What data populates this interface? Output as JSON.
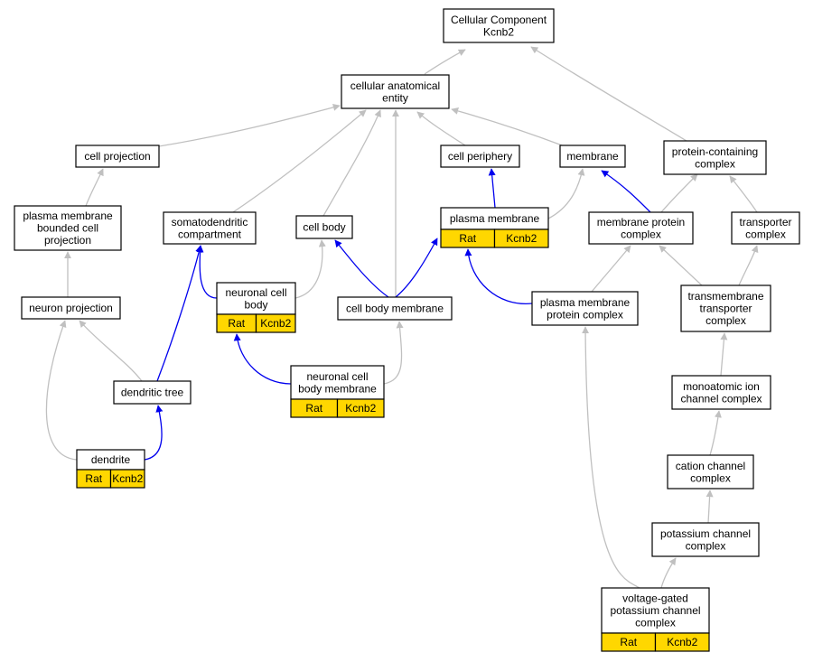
{
  "colors": {
    "is_a_edge": "#c0c0c0",
    "part_of_edge": "#0000ee",
    "annotation_fill": "#ffd700",
    "node_border": "#000000",
    "background": "#ffffff"
  },
  "nodes": {
    "root": {
      "lines": [
        "Cellular Component",
        "Kcnb2"
      ]
    },
    "cellular_anatomical_entity": {
      "lines": [
        "cellular anatomical",
        "entity"
      ]
    },
    "cell_projection": {
      "lines": [
        "cell projection"
      ]
    },
    "cell_periphery": {
      "lines": [
        "cell periphery"
      ]
    },
    "membrane": {
      "lines": [
        "membrane"
      ]
    },
    "protein_containing_complex": {
      "lines": [
        "protein-containing",
        "complex"
      ]
    },
    "pm_bounded_cell_projection": {
      "lines": [
        "plasma membrane",
        "bounded cell",
        "projection"
      ]
    },
    "somatodendritic_compartment": {
      "lines": [
        "somatodendritic",
        "compartment"
      ]
    },
    "cell_body": {
      "lines": [
        "cell body"
      ]
    },
    "plasma_membrane": {
      "lines": [
        "plasma membrane"
      ],
      "annotation": [
        "Rat",
        "Kcnb2"
      ]
    },
    "membrane_protein_complex": {
      "lines": [
        "membrane protein",
        "complex"
      ]
    },
    "transporter_complex": {
      "lines": [
        "transporter",
        "complex"
      ]
    },
    "neuron_projection": {
      "lines": [
        "neuron projection"
      ]
    },
    "neuronal_cell_body": {
      "lines": [
        "neuronal cell",
        "body"
      ],
      "annotation": [
        "Rat",
        "Kcnb2"
      ]
    },
    "cell_body_membrane": {
      "lines": [
        "cell body membrane"
      ]
    },
    "pm_protein_complex": {
      "lines": [
        "plasma membrane",
        "protein complex"
      ]
    },
    "transmembrane_transporter_complex": {
      "lines": [
        "transmembrane",
        "transporter",
        "complex"
      ]
    },
    "neuronal_cell_body_membrane": {
      "lines": [
        "neuronal cell",
        "body membrane"
      ],
      "annotation": [
        "Rat",
        "Kcnb2"
      ]
    },
    "dendritic_tree": {
      "lines": [
        "dendritic tree"
      ]
    },
    "monoatomic_ion_channel_complex": {
      "lines": [
        "monoatomic ion",
        "channel complex"
      ]
    },
    "dendrite": {
      "lines": [
        "dendrite"
      ],
      "annotation": [
        "Rat",
        "Kcnb2"
      ]
    },
    "cation_channel_complex": {
      "lines": [
        "cation channel",
        "complex"
      ]
    },
    "potassium_channel_complex": {
      "lines": [
        "potassium channel",
        "complex"
      ]
    },
    "vg_potassium_channel_complex": {
      "lines": [
        "voltage-gated",
        "potassium channel",
        "complex"
      ],
      "annotation": [
        "Rat",
        "Kcnb2"
      ]
    }
  }
}
